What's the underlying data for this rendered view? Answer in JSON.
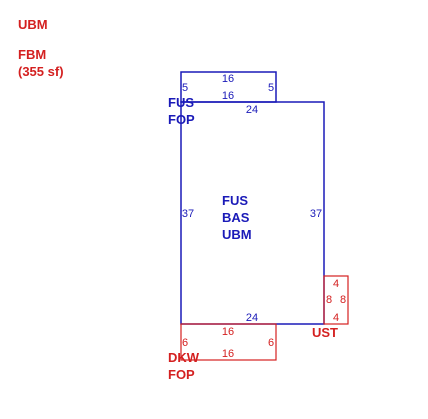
{
  "legend": {
    "line1": "UBM",
    "line2": "FBM",
    "line3": "(355 sf)"
  },
  "top_porch": {
    "labels": [
      "FUS",
      "FOP"
    ],
    "dims": {
      "top": "16",
      "bottom": "16",
      "left": "5",
      "right": "5"
    }
  },
  "main_area": {
    "labels": [
      "FUS",
      "BAS",
      "UBM"
    ],
    "dims": {
      "top": "24",
      "bottom": "24",
      "left": "37",
      "right": "37"
    }
  },
  "bottom_deck": {
    "labels": [
      "DKW",
      "FOP"
    ],
    "dims": {
      "top": "16",
      "bottom": "16",
      "left": "6",
      "right": "6"
    }
  },
  "side_unit": {
    "labels": [
      "UST"
    ],
    "dims": {
      "top": "4",
      "bottom": "4",
      "left": "8",
      "right": "8"
    }
  },
  "colors": {
    "blue": "#1a1ab8",
    "red": "#d42020"
  }
}
